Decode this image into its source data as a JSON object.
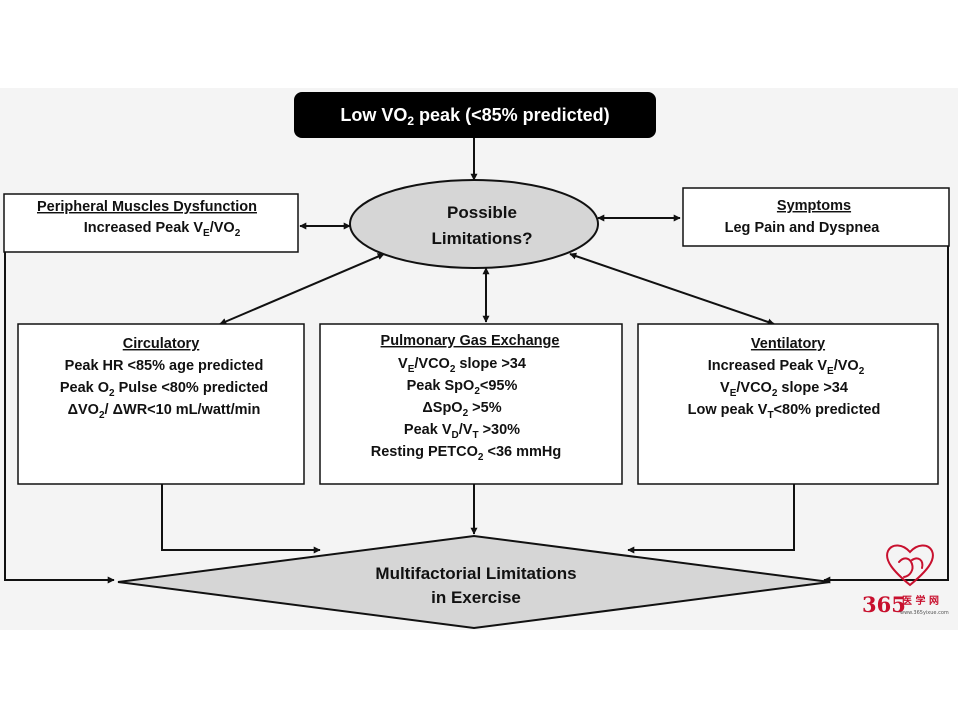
{
  "top_box": {
    "text": "Low VO",
    "sub": "2",
    "tail": " peak (<85% predicted)"
  },
  "center_node": {
    "line1": "Possible",
    "line2": "Limitations?"
  },
  "peripheral": {
    "title": "Peripheral Muscles Dysfunction",
    "line": {
      "a": "Increased Peak V",
      "s1": "E",
      "b": "/VO",
      "s2": "2"
    }
  },
  "symptoms": {
    "title": "Symptoms",
    "line": "Leg Pain and Dyspnea"
  },
  "circulatory": {
    "title": "Circulatory",
    "l1": "Peak HR <85% age predicted",
    "l2": {
      "a": "Peak O",
      "s1": "2",
      "b": " Pulse <80% predicted"
    },
    "l3": {
      "a": "ΔVO",
      "s1": "2",
      "b": "/ ΔWR<10 mL/watt/min"
    }
  },
  "pulmonary": {
    "title": "Pulmonary Gas Exchange",
    "l1": {
      "a": "V",
      "s1": "E",
      "b": "/VCO",
      "s2": "2",
      "c": " slope >34"
    },
    "l2": {
      "a": "Peak SpO",
      "s1": "2",
      "b": "<95%"
    },
    "l3": {
      "a": "ΔSpO",
      "s1": "2",
      "b": " >5%"
    },
    "l4": {
      "a": "Peak V",
      "s1": "D",
      "b": "/V",
      "s2": "T",
      "c": " >30%"
    },
    "l5": {
      "a": "Resting PETCO",
      "s1": "2",
      "b": " <36 mmHg"
    }
  },
  "ventilatory": {
    "title": "Ventilatory",
    "l1": {
      "a": "Increased Peak V",
      "s1": "E",
      "b": "/VO",
      "s2": "2"
    },
    "l2": {
      "a": "V",
      "s1": "E",
      "b": "/VCO",
      "s2": "2",
      "c": " slope >34"
    },
    "l3": {
      "a": "Low peak V",
      "s1": "T",
      "b": "<80% predicted"
    }
  },
  "bottom_node": {
    "line1": "Multifactorial Limitations",
    "line2": "in Exercise"
  },
  "watermark": {
    "number": "365",
    "site": "医 学 网",
    "url": "www.365yixue.com"
  },
  "colors": {
    "node_fill": "#d6d6d6",
    "top_fill": "#000000",
    "panel_bg": "#f4f4f4",
    "watermark_red": "#c8102e"
  }
}
